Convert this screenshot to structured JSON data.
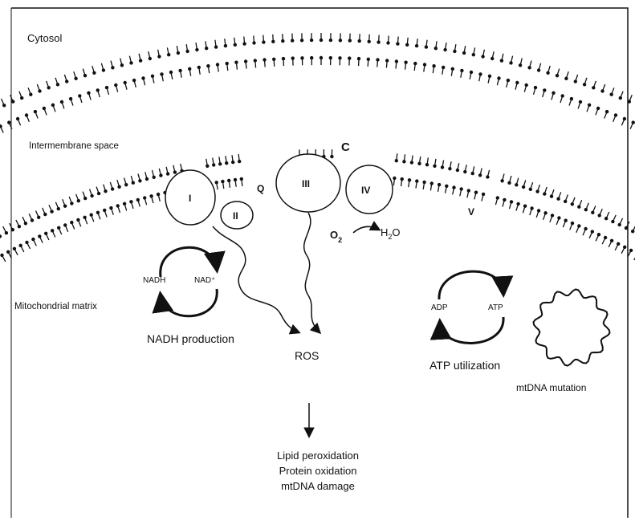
{
  "diagram": {
    "regions": {
      "cytosol": "Cytosol",
      "intermembrane": "Intermembrane space",
      "matrix": "Mitochondrial matrix"
    },
    "complexes": {
      "c1": "I",
      "c2": "II",
      "c3": "III",
      "c4": "IV",
      "c5": "V",
      "q": "Q",
      "cytc": "C"
    },
    "chemistry": {
      "o2": "O",
      "o2_sub": "2",
      "h2o_h": "H",
      "h2o_sub": "2",
      "h2o_o": "O",
      "nadh": "NADH",
      "nad": "NAD⁺",
      "adp": "ADP",
      "atp": "ATP"
    },
    "labels": {
      "nadh_production": "NADH production",
      "ros": "ROS",
      "atp_utilization": "ATP utilization",
      "mtdna_mutation": "mtDNA mutation",
      "effect_1": "Lipid peroxidation",
      "effect_2": "Protein oxidation",
      "effect_3": "mtDNA damage"
    },
    "colors": {
      "ink": "#111111",
      "background": "#ffffff"
    }
  }
}
